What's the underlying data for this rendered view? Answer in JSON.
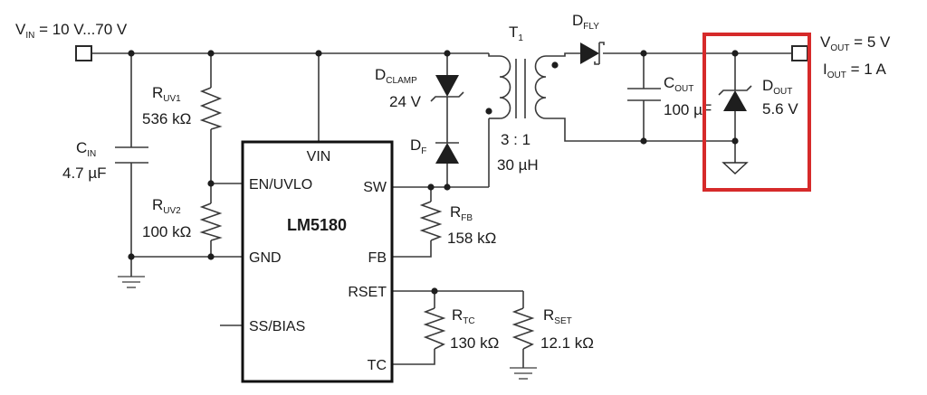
{
  "colors": {
    "highlight": "#d62a2a",
    "wire": "#3a3a3a",
    "fill": "#1e1e1e"
  },
  "vin": {
    "label_main": "V",
    "label_sub": "IN",
    "label_rest": " = 10 V...70 V"
  },
  "vout": {
    "label_main": "V",
    "label_sub": "OUT",
    "label_rest": " = 5 V"
  },
  "iout": {
    "label_main": "I",
    "label_sub": "OUT",
    "label_rest": " = 1 A"
  },
  "components": {
    "ruv1": {
      "main": "R",
      "sub": "UV1",
      "value": "536 kΩ"
    },
    "ruv2": {
      "main": "R",
      "sub": "UV2",
      "value": "100 kΩ"
    },
    "cin": {
      "main": "C",
      "sub": "IN",
      "value": "4.7 µF"
    },
    "dclamp": {
      "main": "D",
      "sub": "CLAMP",
      "value": "24 V"
    },
    "df": {
      "main": "D",
      "sub": "F"
    },
    "t1": {
      "main": "T",
      "sub": "1",
      "ratio": "3 : 1",
      "inductance": "30 µH"
    },
    "dfly": {
      "main": "D",
      "sub": "FLY"
    },
    "cout": {
      "main": "C",
      "sub": "OUT",
      "value": "100 µF"
    },
    "dout": {
      "main": "D",
      "sub": "OUT",
      "value": "5.6 V"
    },
    "rfb": {
      "main": "R",
      "sub": "FB",
      "value": "158 kΩ"
    },
    "rtc": {
      "main": "R",
      "sub": "TC",
      "value": "130 kΩ"
    },
    "rset": {
      "main": "R",
      "sub": "SET",
      "value": "12.1 kΩ"
    }
  },
  "ic": {
    "name": "LM5180",
    "pins": {
      "vin": "VIN",
      "en": "EN/UVLO",
      "gnd": "GND",
      "ss": "SS/BIAS",
      "sw": "SW",
      "fb": "FB",
      "rset": "RSET",
      "tc": "TC"
    }
  }
}
